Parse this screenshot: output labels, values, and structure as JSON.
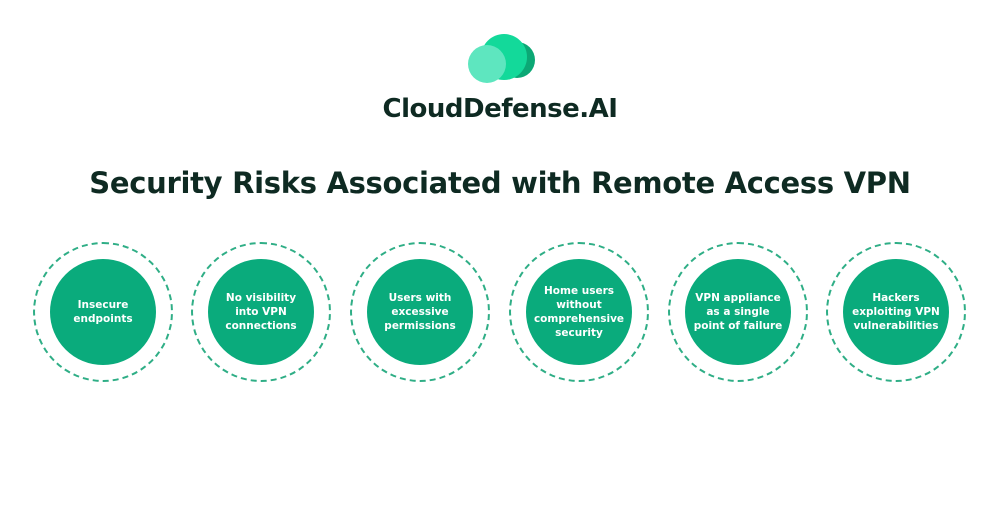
{
  "brand": {
    "name": "CloudDefense.AI",
    "colors": {
      "light": "#5ee6bf",
      "mid": "#13d99a",
      "dark": "#0ca875"
    }
  },
  "title": "Security Risks Associated with Remote Access VPN",
  "risks": [
    {
      "label": "Insecure endpoints"
    },
    {
      "label": "No visibility into VPN connections"
    },
    {
      "label": "Users with excessive permissions"
    },
    {
      "label": "Home users without comprehensive security"
    },
    {
      "label": "VPN appliance as a single point of failure"
    },
    {
      "label": "Hackers exploiting VPN vulnerabilities"
    }
  ]
}
